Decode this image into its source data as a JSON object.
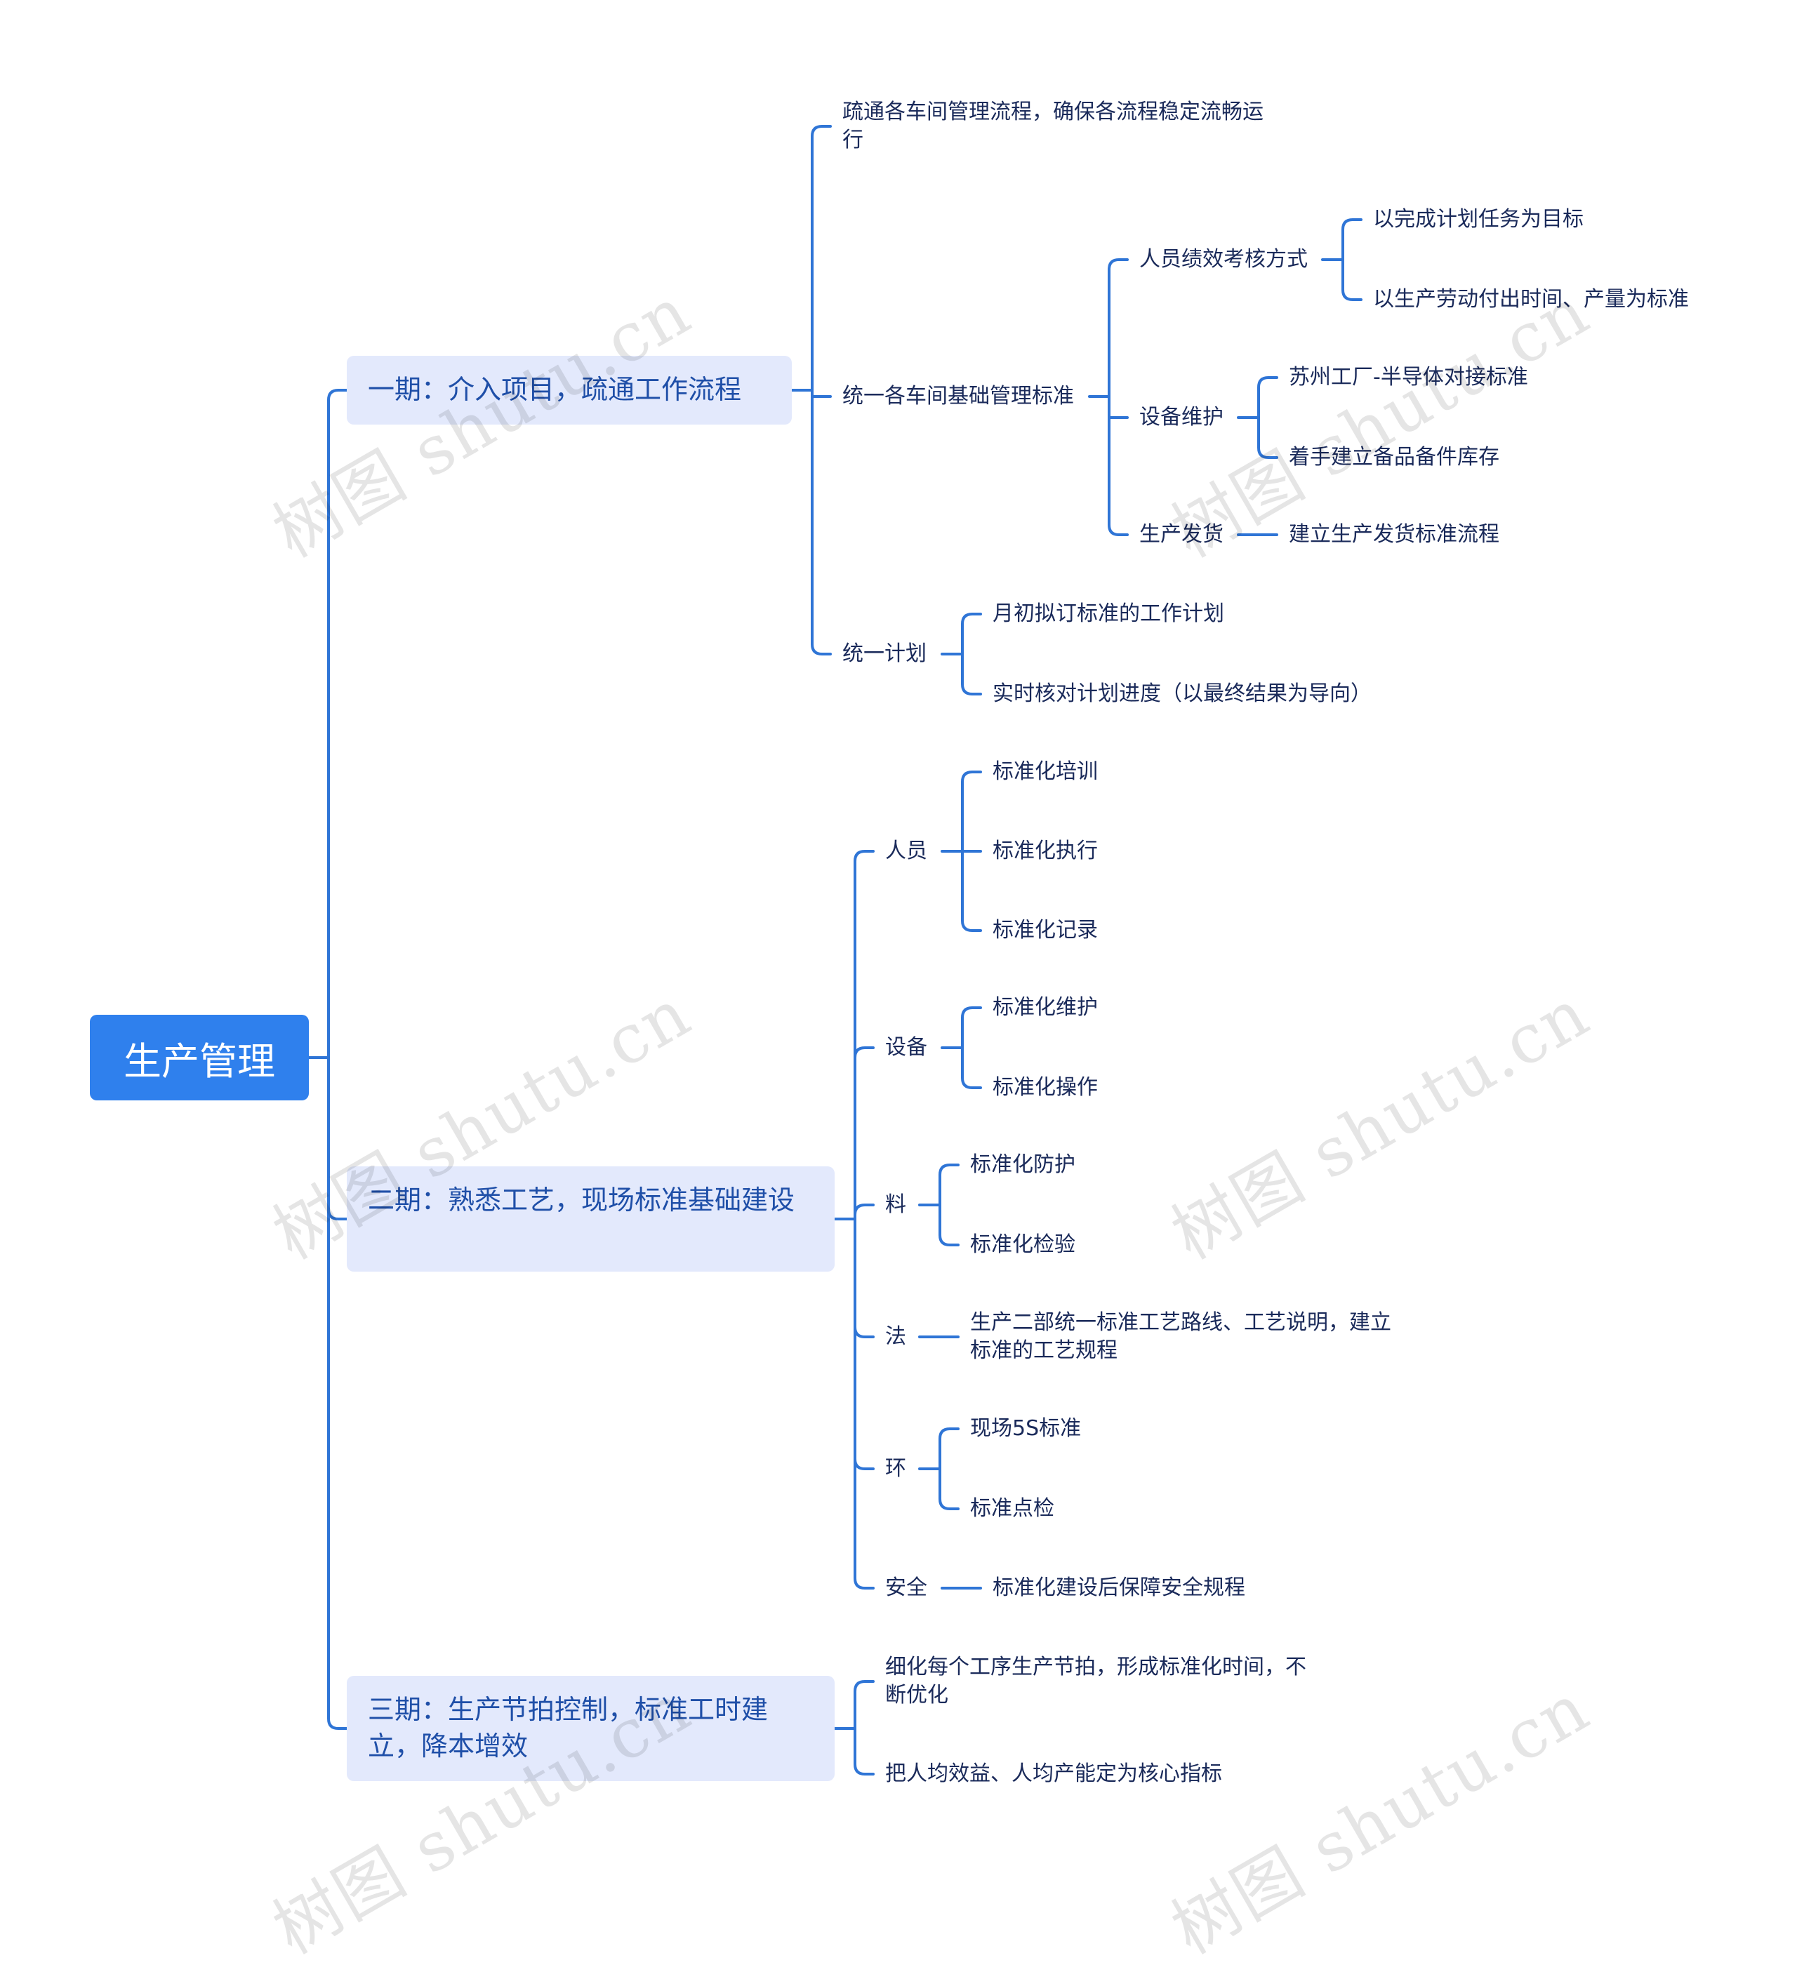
{
  "root": {
    "label": "生产管理"
  },
  "phase1": {
    "label": "一期：介入项目，疏通工作流程",
    "item1": "疏通各车间管理流程，确保各流程稳定流畅运行",
    "item2": {
      "label": "统一各车间基础管理标准",
      "performance": {
        "label": "人员绩效考核方式",
        "children": [
          "以完成计划任务为目标",
          "以生产劳动付出时间、产量为标准"
        ]
      },
      "equipment": {
        "label": "设备维护",
        "children": [
          "苏州工厂-半导体对接标准",
          "着手建立备品备件库存"
        ]
      },
      "delivery": {
        "label": "生产发货",
        "children": [
          "建立生产发货标准流程"
        ]
      }
    },
    "item3": {
      "label": "统一计划",
      "children": [
        "月初拟订标准的工作计划",
        "实时核对计划进度（以最终结果为导向）"
      ]
    }
  },
  "phase2": {
    "label": "二期：熟悉工艺，现场标准基础建设",
    "people": {
      "label": "人员",
      "children": [
        "标准化培训",
        "标准化执行",
        "标准化记录"
      ]
    },
    "equipment": {
      "label": "设备",
      "children": [
        "标准化维护",
        "标准化操作"
      ]
    },
    "material": {
      "label": "料",
      "children": [
        "标准化防护",
        "标准化检验"
      ]
    },
    "method": {
      "label": "法",
      "children": [
        "生产二部统一标准工艺路线、工艺说明，建立标准的工艺规程"
      ]
    },
    "environment": {
      "label": "环",
      "children": [
        "现场5S标准",
        "标准点检"
      ]
    },
    "safety": {
      "label": "安全",
      "children": [
        "标准化建设后保障安全规程"
      ]
    }
  },
  "phase3": {
    "label": "三期：生产节拍控制，标准工时建立，降本增效",
    "children": [
      "细化每个工序生产节拍，形成标准化时间，不断优化",
      "把人均效益、人均产能定为核心指标"
    ]
  },
  "watermark": "树图 shutu.cn",
  "colors": {
    "line": "#2f75d6",
    "root_bg": "#2f80ed",
    "l1_bg": "#e3e9fc",
    "l1_text": "#1f4fa8",
    "text": "#1a2a5a"
  }
}
